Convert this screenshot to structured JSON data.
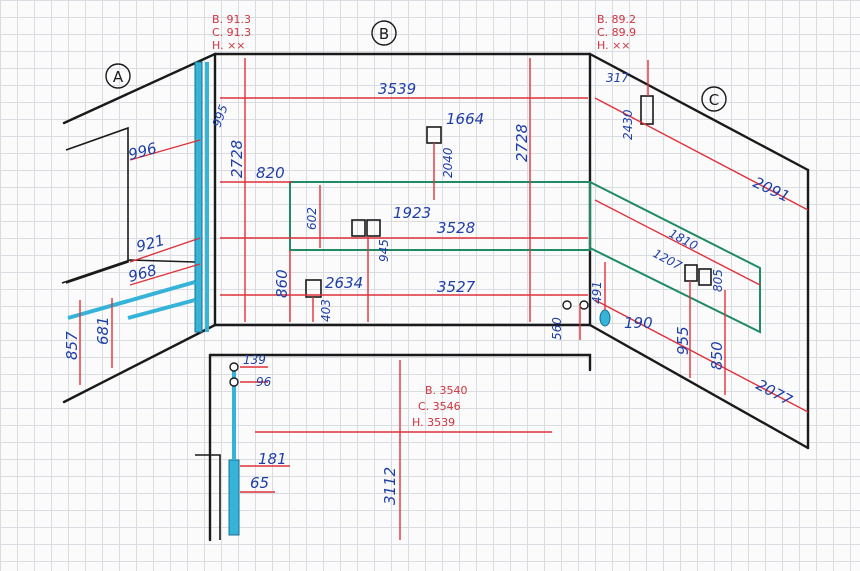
{
  "walls": {
    "a": "A",
    "b": "B",
    "c": "C"
  },
  "corner_left": {
    "b": "B. 91.3",
    "c": "C. 91.3",
    "h": "H. ××"
  },
  "corner_right": {
    "b": "B. 89.2",
    "c": "C. 89.9",
    "h": "H. ××"
  },
  "floor_widths": {
    "b": "B. 3540",
    "c": "C. 3546",
    "h": "H. 3539"
  },
  "dims": {
    "wall_b_top": "3539",
    "wall_b_height_left": "2728",
    "wall_b_height_right": "2728",
    "d1664": "1664",
    "d2040": "2040",
    "d820": "820",
    "d602": "602",
    "d1923": "1923",
    "d3528": "3528",
    "d945": "945",
    "d860": "860",
    "d2634": "2634",
    "d403": "403",
    "d3527": "3527",
    "d560": "560",
    "d491": "491",
    "d190": "190",
    "d995": "995",
    "d996": "996",
    "d921": "921",
    "d968": "968",
    "d857": "857",
    "d681": "681",
    "d317": "317",
    "d2430": "2430",
    "d2091": "2091",
    "d1810": "1810",
    "d1207": "1207",
    "d805": "805",
    "d955": "955",
    "d850": "850",
    "d2077": "2077",
    "d139": "139",
    "d96": "96",
    "d181": "181",
    "d65": "65",
    "d3112": "3112"
  }
}
